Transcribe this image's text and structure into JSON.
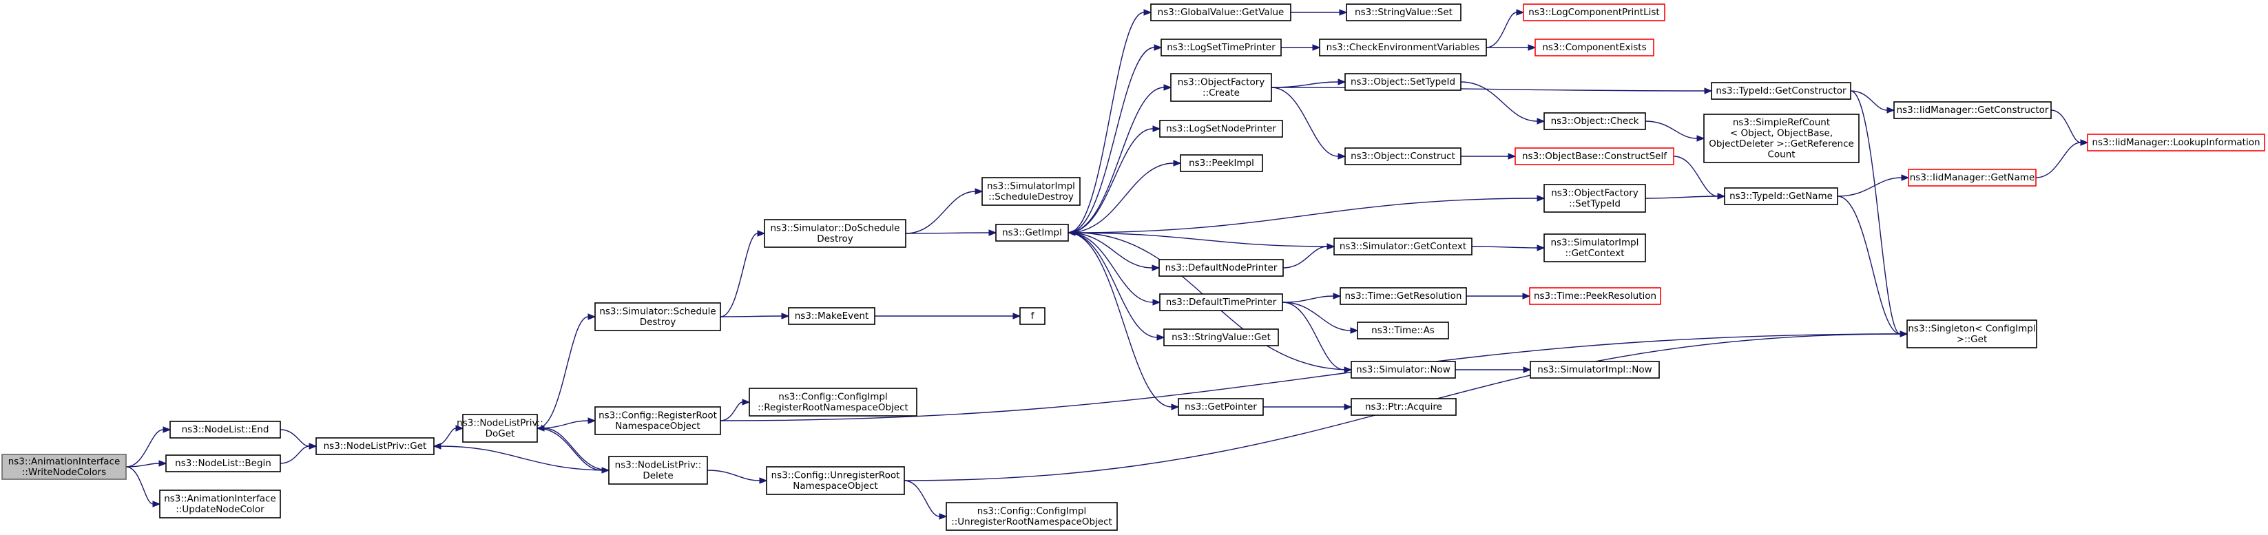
{
  "diagram": {
    "nodes": [
      {
        "id": "root",
        "lines": [
          "ns3::AnimationInterface",
          "::WriteNodeColors"
        ],
        "style": "root"
      },
      {
        "id": "nl_end",
        "lines": [
          "ns3::NodeList::End"
        ]
      },
      {
        "id": "nl_begin",
        "lines": [
          "ns3::NodeList::Begin"
        ]
      },
      {
        "id": "ai_update",
        "lines": [
          "ns3::AnimationInterface",
          "::UpdateNodeColor"
        ]
      },
      {
        "id": "nlp_get",
        "lines": [
          "ns3::NodeListPriv::Get"
        ]
      },
      {
        "id": "nlp_doget",
        "lines": [
          "ns3::NodeListPriv::",
          "DoGet"
        ]
      },
      {
        "id": "nlp_delete",
        "lines": [
          "ns3::NodeListPriv::",
          "Delete"
        ]
      },
      {
        "id": "sim_sched_destroy",
        "lines": [
          "ns3::Simulator::Schedule",
          "Destroy"
        ]
      },
      {
        "id": "cfg_register",
        "lines": [
          "ns3::Config::RegisterRoot",
          "NamespaceObject"
        ]
      },
      {
        "id": "cfg_unregister",
        "lines": [
          "ns3::Config::UnregisterRoot",
          "NamespaceObject"
        ]
      },
      {
        "id": "sim_doschedule",
        "lines": [
          "ns3::Simulator::DoSchedule",
          "Destroy"
        ]
      },
      {
        "id": "makeevent",
        "lines": [
          "ns3::MakeEvent"
        ]
      },
      {
        "id": "cfgimpl_register",
        "lines": [
          "ns3::Config::ConfigImpl",
          "::RegisterRootNamespaceObject"
        ]
      },
      {
        "id": "cfgimpl_unregister",
        "lines": [
          "ns3::Config::ConfigImpl",
          "::UnregisterRootNamespaceObject"
        ]
      },
      {
        "id": "simimpl_sched",
        "lines": [
          "ns3::SimulatorImpl",
          "::ScheduleDestroy"
        ]
      },
      {
        "id": "getimpl",
        "lines": [
          "ns3::GetImpl"
        ]
      },
      {
        "id": "f",
        "lines": [
          "f"
        ]
      },
      {
        "id": "gv_getvalue",
        "lines": [
          "ns3::GlobalValue::GetValue"
        ]
      },
      {
        "id": "logsettime",
        "lines": [
          "ns3::LogSetTimePrinter"
        ]
      },
      {
        "id": "objfactory_create",
        "lines": [
          "ns3::ObjectFactory",
          "::Create"
        ]
      },
      {
        "id": "logsetnode",
        "lines": [
          "ns3::LogSetNodePrinter"
        ]
      },
      {
        "id": "peekimpl",
        "lines": [
          "ns3::PeekImpl"
        ]
      },
      {
        "id": "defnodeprinter",
        "lines": [
          "ns3::DefaultNodePrinter"
        ]
      },
      {
        "id": "deftimeprinter",
        "lines": [
          "ns3::DefaultTimePrinter"
        ]
      },
      {
        "id": "strvalue_get",
        "lines": [
          "ns3::StringValue::Get"
        ]
      },
      {
        "id": "getpointer",
        "lines": [
          "ns3::GetPointer"
        ]
      },
      {
        "id": "strvalue_set",
        "lines": [
          "ns3::StringValue::Set"
        ]
      },
      {
        "id": "checkenv",
        "lines": [
          "ns3::CheckEnvironmentVariables"
        ]
      },
      {
        "id": "obj_settypeid",
        "lines": [
          "ns3::Object::SetTypeId"
        ]
      },
      {
        "id": "obj_construct",
        "lines": [
          "ns3::Object::Construct"
        ]
      },
      {
        "id": "sim_getcontext",
        "lines": [
          "ns3::Simulator::GetContext"
        ]
      },
      {
        "id": "time_getres",
        "lines": [
          "ns3::Time::GetResolution"
        ]
      },
      {
        "id": "time_as",
        "lines": [
          "ns3::Time::As"
        ]
      },
      {
        "id": "sim_now",
        "lines": [
          "ns3::Simulator::Now"
        ]
      },
      {
        "id": "ptr_acquire",
        "lines": [
          "ns3::Ptr::Acquire"
        ]
      },
      {
        "id": "logcompprint",
        "lines": [
          "ns3::LogComponentPrintList"
        ],
        "style": "red"
      },
      {
        "id": "compexists",
        "lines": [
          "ns3::ComponentExists"
        ],
        "style": "red"
      },
      {
        "id": "obj_check",
        "lines": [
          "ns3::Object::Check"
        ]
      },
      {
        "id": "objbase_construct",
        "lines": [
          "ns3::ObjectBase::ConstructSelf"
        ],
        "style": "red"
      },
      {
        "id": "objfactory_settypeid",
        "lines": [
          "ns3::ObjectFactory",
          "::SetTypeId"
        ]
      },
      {
        "id": "simimpl_getcontext",
        "lines": [
          "ns3::SimulatorImpl",
          "::GetContext"
        ]
      },
      {
        "id": "time_peekres",
        "lines": [
          "ns3::Time::PeekResolution"
        ],
        "style": "red"
      },
      {
        "id": "simimpl_now",
        "lines": [
          "ns3::SimulatorImpl::Now"
        ]
      },
      {
        "id": "typeid_getctor",
        "lines": [
          "ns3::TypeId::GetConstructor"
        ]
      },
      {
        "id": "simplerefcount",
        "lines": [
          "ns3::SimpleRefCount",
          "< Object, ObjectBase,",
          "ObjectDeleter >::GetReference",
          "Count"
        ]
      },
      {
        "id": "typeid_getname",
        "lines": [
          "ns3::TypeId::GetName"
        ]
      },
      {
        "id": "iidmgr_getctor",
        "lines": [
          "ns3::IidManager::GetConstructor"
        ]
      },
      {
        "id": "iidmgr_getname",
        "lines": [
          "ns3::IidManager::GetName"
        ],
        "style": "red"
      },
      {
        "id": "singleton_get",
        "lines": [
          "ns3::Singleton< ConfigImpl",
          " >::Get"
        ]
      },
      {
        "id": "iidmgr_lookup",
        "lines": [
          "ns3::IidManager::LookupInformation"
        ],
        "style": "red"
      }
    ]
  }
}
